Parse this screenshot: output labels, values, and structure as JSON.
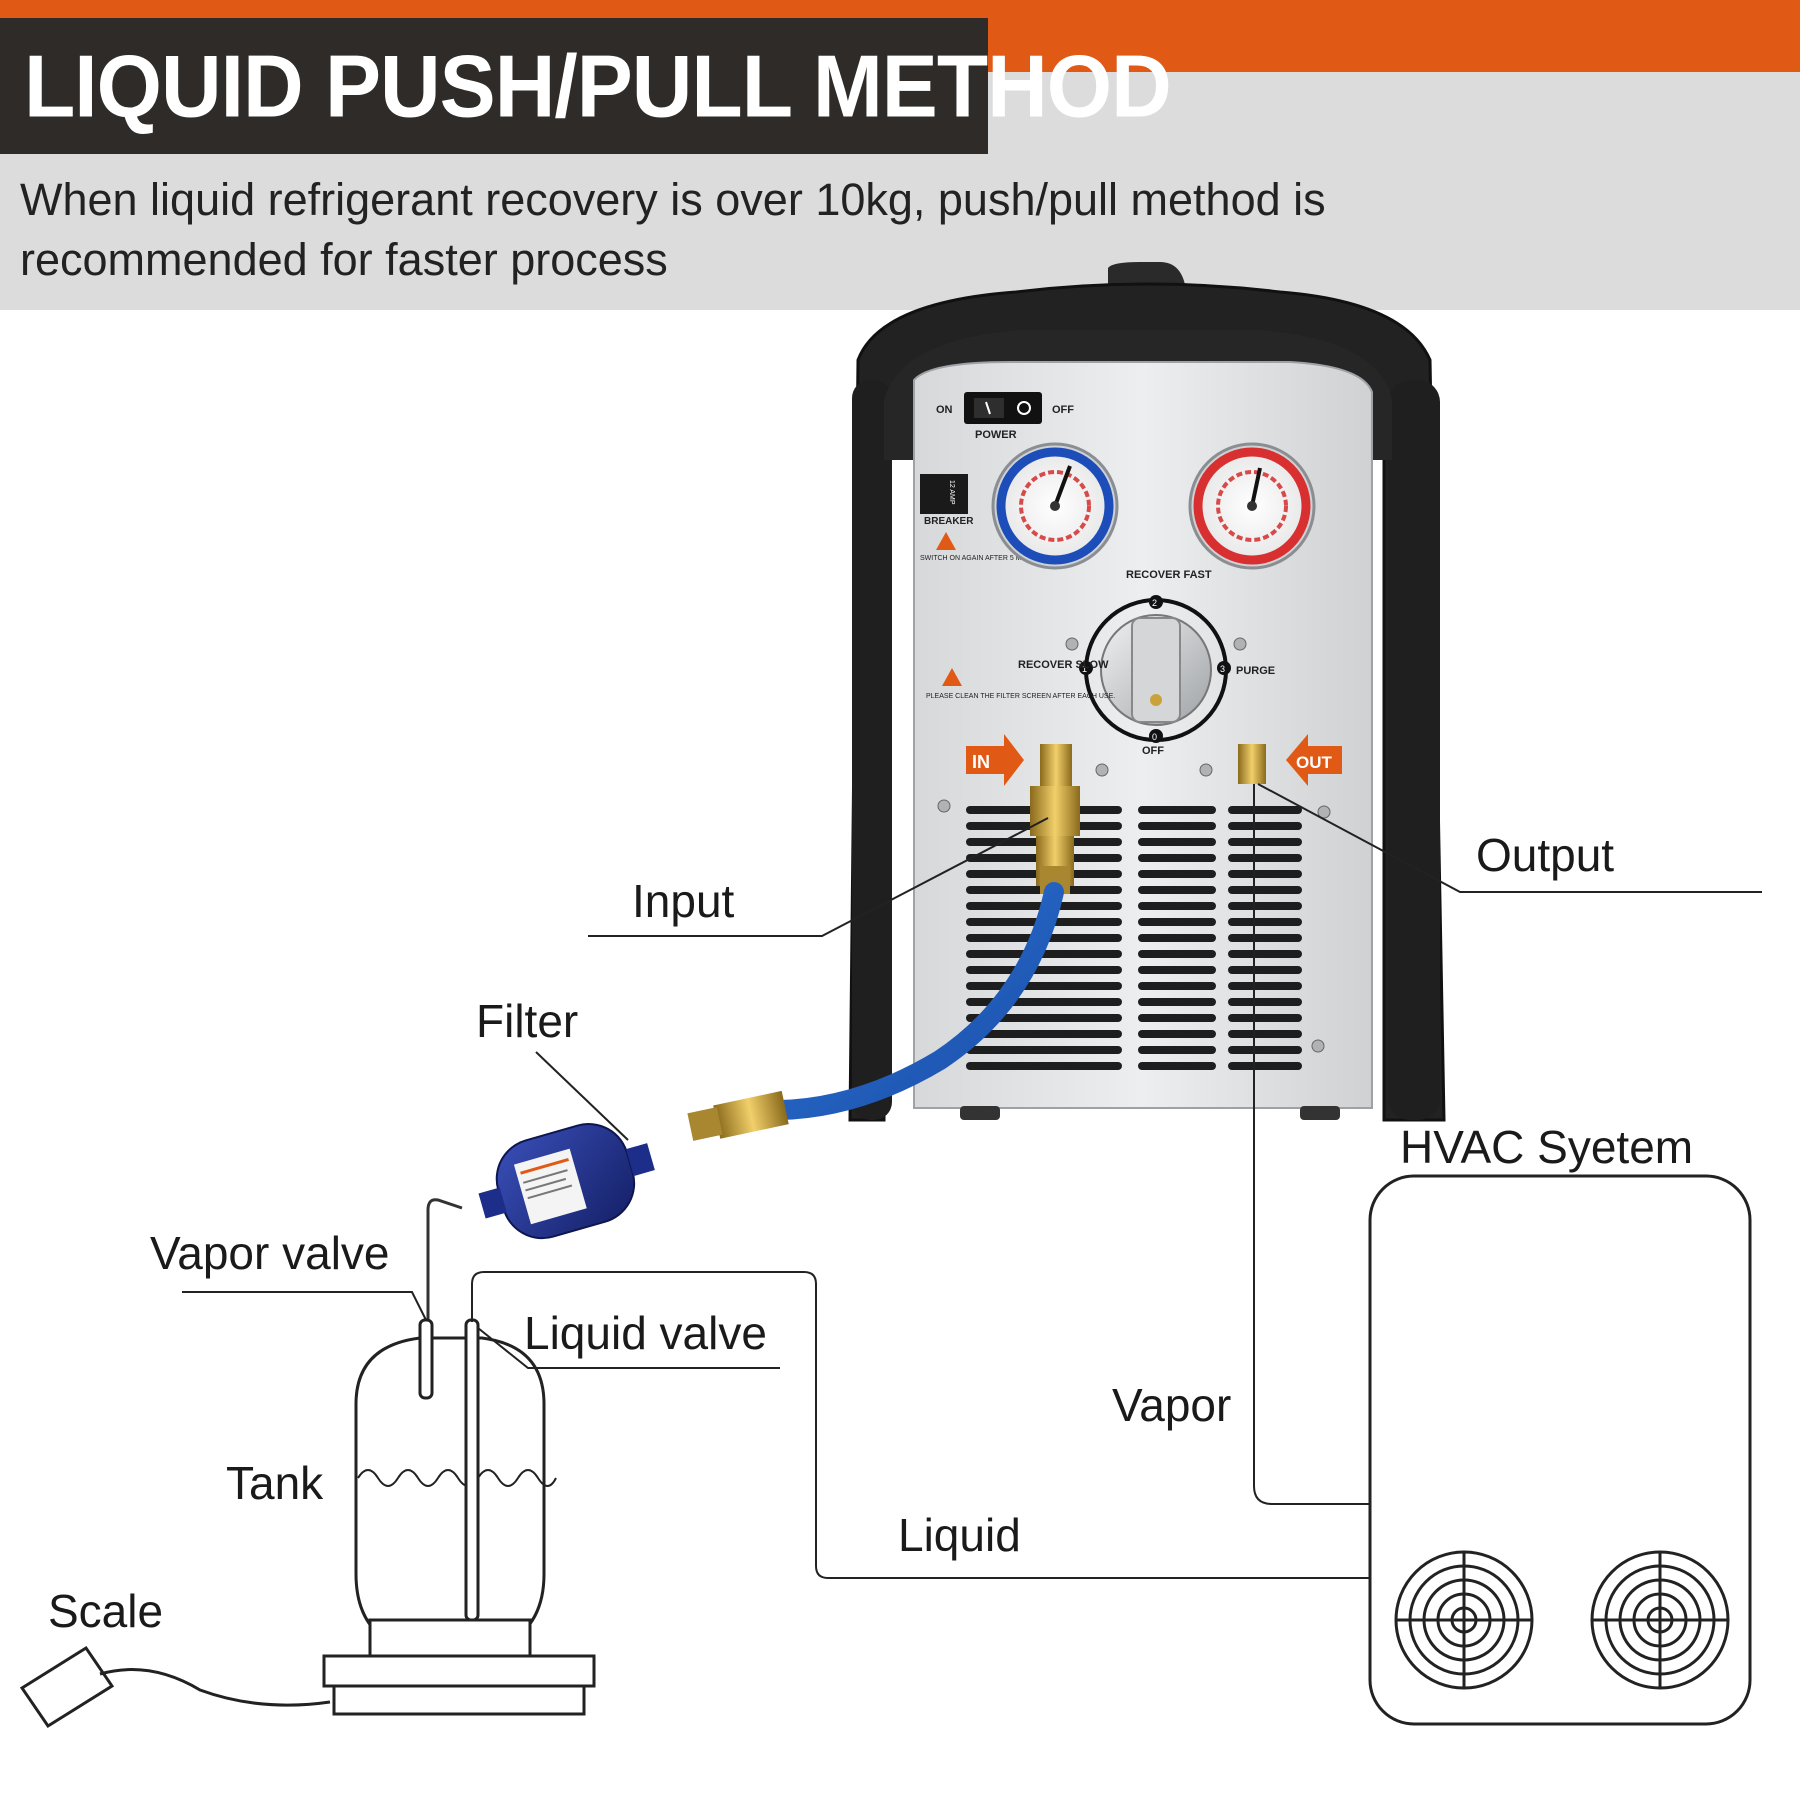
{
  "header": {
    "title": "LIQUID PUSH/PULL METHOD",
    "subtitle": "When liquid refrigerant recovery is over 10kg, push/pull method is recommended for faster process"
  },
  "colors": {
    "accent_orange": "#e05a16",
    "title_bg": "#2e2b28",
    "band_grey": "#dcdcdc",
    "hose_blue": "#1f5fc4",
    "filter_navy": "#1c2d8a",
    "brass": "#c9a23a"
  },
  "machine": {
    "switch_on": "ON",
    "switch_off": "OFF",
    "power": "POWER",
    "breaker": "BREAKER",
    "breaker_amp": "12 AMP",
    "switch_warning": "SWITCH ON AGAIN AFTER 5 MINUTES",
    "filter_warning": "PLEASE CLEAN THE FILTER SCREEN AFTER EACH USE.",
    "recover_fast": "RECOVER FAST",
    "recover_slow": "RECOVER SLOW",
    "purge": "PURGE",
    "off": "OFF",
    "in_label": "IN",
    "out_label": "OUT",
    "dial_numbers": [
      "0",
      "1",
      "2",
      "3"
    ]
  },
  "labels": {
    "input": "Input",
    "output": "Output",
    "filter": "Filter",
    "vapor_valve": "Vapor valve",
    "liquid_valve": "Liquid valve",
    "tank": "Tank",
    "scale": "Scale",
    "hvac": "HVAC Syetem",
    "vapor": "Vapor",
    "liquid": "Liquid"
  }
}
